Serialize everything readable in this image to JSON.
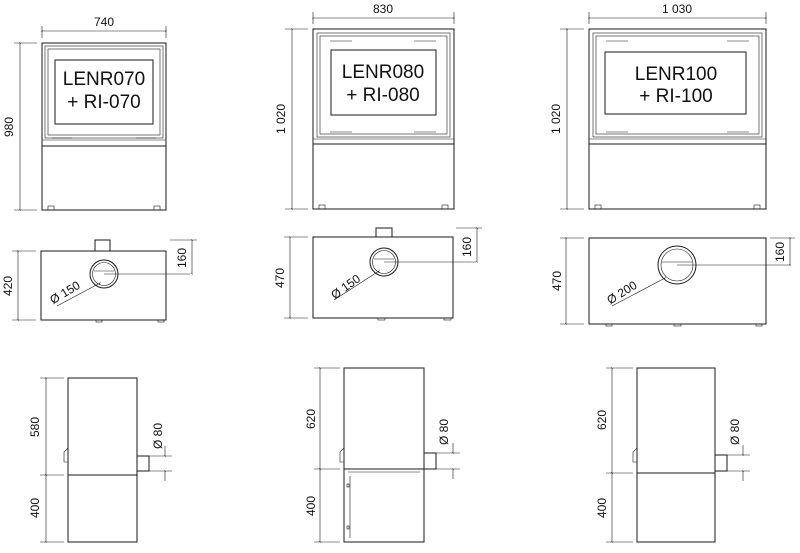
{
  "models": [
    {
      "label_line1": "LENR070",
      "label_line2": "+ RI-070",
      "width": "740",
      "height": "980",
      "top_depth": "420",
      "flue_diameter": "Ø 150",
      "flue_offset": "160",
      "side_upper": "580",
      "side_lower": "400",
      "side_flue": "Ø 80"
    },
    {
      "label_line1": "LENR080",
      "label_line2": "+ RI-080",
      "width": "830",
      "height": "1 020",
      "top_depth": "470",
      "flue_diameter": "Ø 150",
      "flue_offset": "160",
      "side_upper": "620",
      "side_lower": "400",
      "side_flue": "Ø 80"
    },
    {
      "label_line1": "LENR100",
      "label_line2": "+ RI-100",
      "width": "1 030",
      "height": "1 020",
      "top_depth": "470",
      "flue_diameter": "Ø 200",
      "flue_offset": "160",
      "side_upper": "620",
      "side_lower": "400",
      "side_flue": "Ø 80"
    }
  ]
}
